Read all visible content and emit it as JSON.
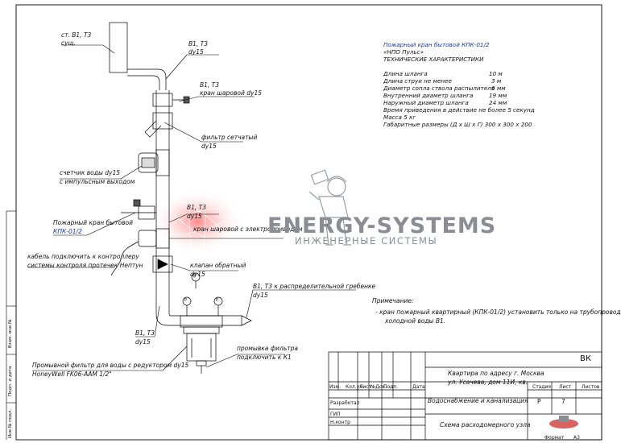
{
  "labels": {
    "riser": [
      "ст. В1, Т3",
      "сущ."
    ],
    "top_pipe": [
      "В1, Т3",
      "dy15"
    ],
    "ball_valve": [
      "В1, Т3",
      "кран шаровой  dy15"
    ],
    "mesh_filter": [
      "фильтр сетчатый",
      "dy15"
    ],
    "meter": [
      "счетчик воды dy15",
      "с импульсным выходом"
    ],
    "fire_tap": [
      "Пожарный кран бытовой",
      "КПК-01/2"
    ],
    "mid_pipe": [
      "В1, Т3",
      "dy15"
    ],
    "electric_valve": "кран шаровой с электроприводом",
    "cable": [
      "кабель подключить к контроллеру",
      "системы контроля протечек Нептун"
    ],
    "check_valve": [
      "клапан обратный",
      "dy15"
    ],
    "distributor": [
      "В1, Т3 к распределительной гребенке",
      "dy15"
    ],
    "bottom_pipe": [
      "В1, Т3",
      "dy15"
    ],
    "wash_filter": [
      "Промывной фильтр для воды с редуктором dy15",
      "HoneyWell FK06-AAM 1/2\""
    ],
    "flush": [
      "промывка фильтра",
      "подключить к К1"
    ]
  },
  "specs": {
    "title": [
      "Пожарный кран бытовой КПК-01/2",
      "«НПО Пульс»",
      "ТЕХНИЧЕСКИЕ ХАРАКТЕРИСТИКИ"
    ],
    "rows": [
      {
        "name": "Длина шланга",
        "value": "10 м"
      },
      {
        "name": "Длина струи не менее",
        "value": "3 м"
      },
      {
        "name": "Диаметр сопла ствола распылителя",
        "value": "6 мм"
      },
      {
        "name": "Внутренний диаметр шланга",
        "value": "19 мм"
      },
      {
        "name": "Наружный диаметр шланга",
        "value": "24 мм"
      }
    ],
    "extra": [
      "Время приведения в действие не более 5 секунд",
      "Масса 5 кг",
      "Габаритные размеры (Д х Ш х Г) 300 х 300 х 200"
    ]
  },
  "note": {
    "title": "Примечание:",
    "lines": [
      "- кран пожарный квартирный (КПК-01/2) установить только на трубопровод",
      "холодной воды В1."
    ]
  },
  "watermark": {
    "brand": "ENERGY-SYSTEMS",
    "tagline": "ИНЖЕНЕРНЫЕ СИСТЕМЫ"
  },
  "title_block": {
    "code": "ВК",
    "address": [
      "Квартира по адресу   г. Москва",
      "ул. Усачева, дом 11И, кв."
    ],
    "section": "Водоснабжение и канализация",
    "sheet_title": "Схема расходомерного узла",
    "cols": [
      "Изм.",
      "Кол.уч",
      "Лист",
      "№Док.",
      "Подп.",
      "Дата"
    ],
    "roles": [
      "Разработал",
      "ГИП",
      "Н.контр"
    ],
    "stage_label": "Стадия",
    "sheet_label": "Лист",
    "sheets_label": "Листов",
    "stage": "Р",
    "sheet": "7",
    "format_label": "Формат",
    "format": "А3"
  },
  "side_stamp": [
    "Взам. инв.№",
    "Подп. и дата",
    "Инв.№ подл."
  ],
  "gauges": [
    "P",
    "P",
    "P"
  ]
}
